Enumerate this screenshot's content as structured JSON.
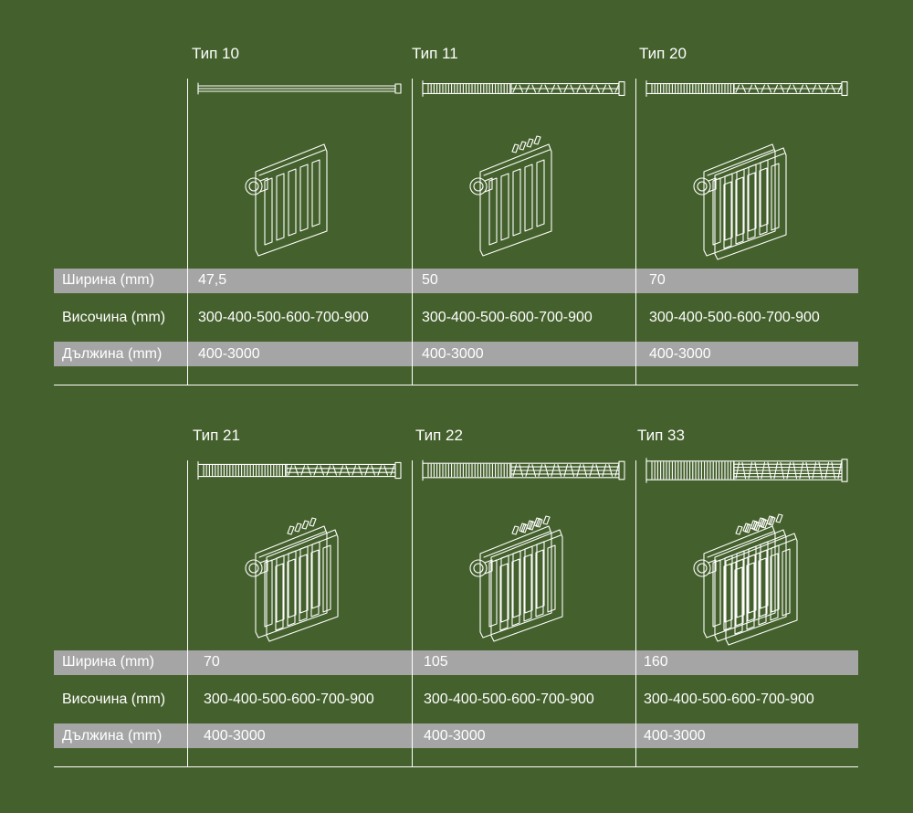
{
  "row_labels": {
    "width": "Ширина (mm)",
    "height": "Височина (mm)",
    "length": "Дължина (mm)"
  },
  "sections": [
    {
      "types": [
        {
          "title": "Тип 10",
          "width": "47,5",
          "height": "300-400-500-600-700-900",
          "length": "400-3000",
          "panels": 1,
          "fins": 0
        },
        {
          "title": "Тип 11",
          "width": "50",
          "height": "300-400-500-600-700-900",
          "length": "400-3000",
          "panels": 1,
          "fins": 1
        },
        {
          "title": "Тип 20",
          "width": "70",
          "height": "300-400-500-600-700-900",
          "length": "400-3000",
          "panels": 2,
          "fins": 0
        }
      ]
    },
    {
      "types": [
        {
          "title": "Тип 21",
          "width": "70",
          "height": "300-400-500-600-700-900",
          "length": "400-3000",
          "panels": 2,
          "fins": 1
        },
        {
          "title": "Тип 22",
          "width": "105",
          "height": "300-400-500-600-700-900",
          "length": "400-3000",
          "panels": 2,
          "fins": 2
        },
        {
          "title": "Тип 33",
          "width": "160",
          "height": "300-400-500-600-700-900",
          "length": "400-3000",
          "panels": 3,
          "fins": 3
        }
      ]
    }
  ],
  "colors": {
    "background": "#44602c",
    "band": "#a5a5a5",
    "line": "#ffffff",
    "text": "#ffffff"
  }
}
